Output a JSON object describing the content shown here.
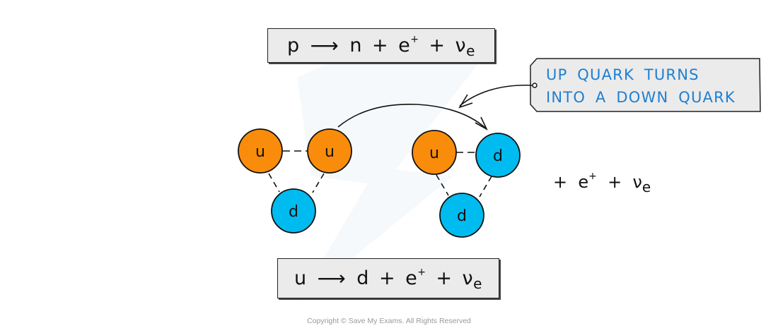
{
  "title_equation": {
    "reactant": "p",
    "arrow": "⟶",
    "product_1": "n",
    "plus": "+",
    "positron_base": "e",
    "positron_charge": "+",
    "neutrino_symbol": "ν",
    "neutrino_subscript": "e"
  },
  "callout": {
    "line_1": "UP QUARK TURNS",
    "line_2": "INTO A DOWN QUARK",
    "text_color": "#1f7fd0"
  },
  "proton": {
    "quarks": [
      {
        "label": "u",
        "flavor": "up"
      },
      {
        "label": "u",
        "flavor": "up"
      },
      {
        "label": "d",
        "flavor": "down"
      }
    ]
  },
  "neutron": {
    "quarks": [
      {
        "label": "u",
        "flavor": "up"
      },
      {
        "label": "d",
        "flavor": "down"
      },
      {
        "label": "d",
        "flavor": "down"
      }
    ]
  },
  "side_products": {
    "plus": "+",
    "positron_base": "e",
    "positron_charge": "+",
    "neutrino_symbol": "ν",
    "neutrino_subscript": "e"
  },
  "quark_equation": {
    "reactant": "u",
    "arrow": "⟶",
    "product_1": "d",
    "plus": "+",
    "positron_base": "e",
    "positron_charge": "+",
    "neutrino_symbol": "ν",
    "neutrino_subscript": "e"
  },
  "colors": {
    "up_quark": "#f98c0a",
    "down_quark": "#00bbef",
    "box_fill": "#ebebeb"
  },
  "copyright": "Copyright © Save My Exams. All Rights Reserved"
}
